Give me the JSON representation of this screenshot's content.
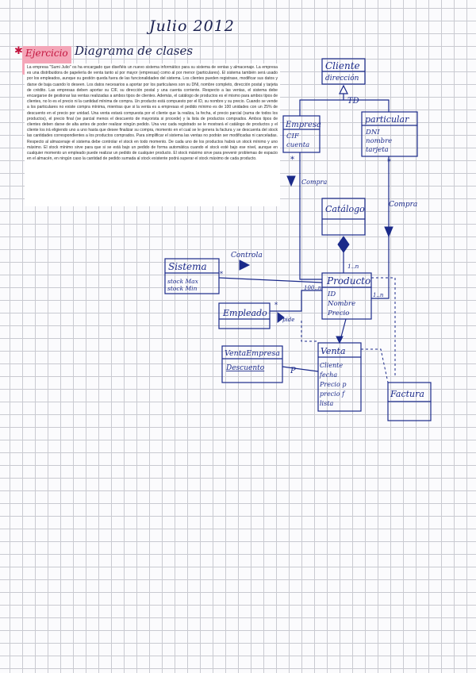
{
  "page": {
    "title": "Julio 2012",
    "exercise_label": "Ejercicio 1:",
    "exercise_title": "Diagrama de clases",
    "statement": "La empresa \"Sumi Julio\" os ha encargado que diseñéis un nuevo sistema informático para su sistema de ventas y almacenaje. La empresa es una distribuidora de papelería de venta tanto al por mayor (empresas) como al por menor (particulares). El sistema también será usado por los empleados, aunque su gestión queda fuera de las funcionalidades del sistema. Los clientes pueden registrase, modificar sus datos y darse de baja cuando lo deseen. Los datos necesarios a aportar por los particulares son su DNI, nombre completo, dirección postal y tarjeta de crédito. Las empresas deben aportar su CIF, su dirección postal y una cuenta corriente. Respecto a las ventas, el sistema debe encargarse de gestionar las ventas realizadas a ambos tipos de clientes. Además, el catálogo de productos es el mismo para ambos tipos de clientes, no lo es el precio ni la cantidad mínima de compra. Un producto está compuesto por el ID, su nombre y su precio. Cuando se vende a los particulares no existe compra mínima, mientras que si la venta es a empresas el pedido mínimo es de 100 unidades con un 25% de descuento en el precio por unidad. Una venta estará compuesta por el cliente que la realiza, la fecha, el precio parcial (suma de todos los productos), el precio final (se parcial menos el descuento de mayorista si procede) y la lista de productos comprados. Ambos tipos de clientes deben darse de alta antes de poder realizar ningún pedido. Una vez cada registrado se le mostrará el catálogo de productos y el cliente los irá eligiendo uno a uno hasta que desee finalizar su compra, momento en el cual se le genera la factura y se descuenta del stock las cantidades correspondientes a los productos comprados. Para simplificar el sistema las ventas no podrán ser modificadas ni canceladas. Respecto al almacenaje el sistema debe controlar el stock en todo momento. De cada uno de los productos habrá un stock mínimo y uno máximo. El stock mínimo sirve para que si se está bajo un pedido de forma automática cuando el stock esté bajo ese nivel, aunque en cualquier momento un empleado puede realizar un pedido de cualquier producto. El stock máximo sirve para prevenir problemas de espacio en el almacén, en ningún caso la cantidad de pedido sumada al stock existente podrá superar el stock máximo de cada producto."
  },
  "classes": {
    "cliente": {
      "name": "Cliente",
      "attrs": [
        "dirección"
      ]
    },
    "empresa": {
      "name": "Empresa",
      "attrs": [
        "CIF",
        "cuenta"
      ]
    },
    "particular": {
      "name": "particular",
      "attrs": [
        "DNI",
        "nombre",
        "tarjeta"
      ]
    },
    "catalogo": {
      "name": "Catálogo",
      "attrs": []
    },
    "producto": {
      "name": "Producto",
      "attrs": [
        "ID",
        "Nombre",
        "Precio"
      ]
    },
    "sistema": {
      "name": "Sistema",
      "attrs": [
        "stock Max",
        "stock Min"
      ]
    },
    "empleado": {
      "name": "Empleado",
      "attrs": []
    },
    "ventaempresa": {
      "name": "VentaEmpresa",
      "attrs": [
        "Descuento"
      ]
    },
    "venta": {
      "name": "Venta",
      "attrs": [
        "Cliente",
        "fecha",
        "Precio p",
        "precio f",
        "lista"
      ]
    },
    "factura": {
      "name": "Factura",
      "attrs": []
    }
  },
  "labels": {
    "td": "TD",
    "compra_empresa": "Compra",
    "compra_particular": "Compra",
    "controla": "Controla",
    "pide": "pide",
    "p": "P",
    "mult_star_empresa": "*",
    "mult_star_particular": "*",
    "mult_catalogo": "1..n",
    "mult_100n": "100..n",
    "mult_producto_right": "1..n",
    "mult_star_sistema": "*",
    "mult_star_empleado": "*"
  },
  "colors": {
    "ink": "#1b2a8a",
    "highlight": "#f4a6b8",
    "heading_red": "#c3143e"
  }
}
